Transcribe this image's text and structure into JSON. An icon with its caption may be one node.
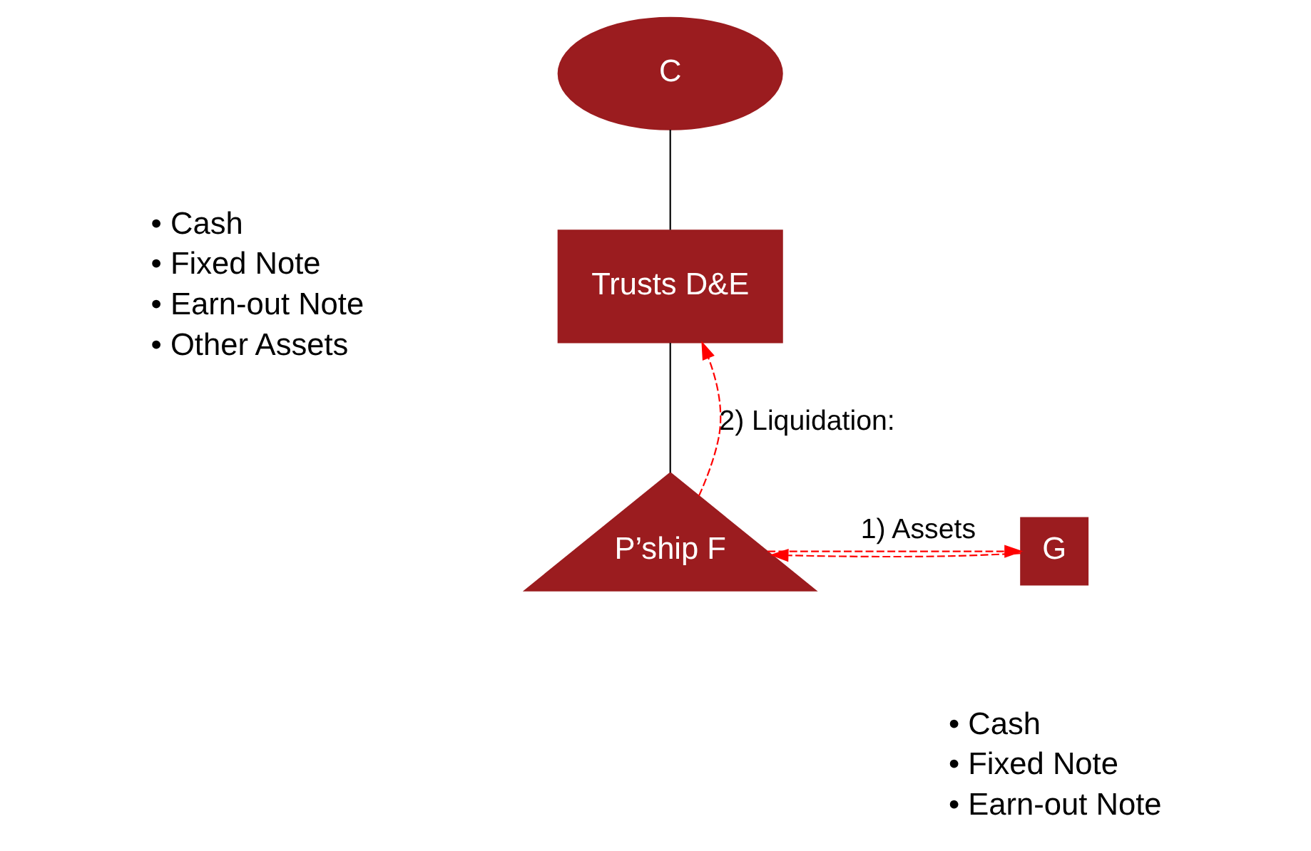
{
  "diagram": {
    "nodes": [
      {
        "text": [
          "C"
        ]
      },
      {
        "text": [
          "Trusts D&E"
        ]
      },
      {
        "text": [
          "P’ship F"
        ]
      },
      {
        "text": [
          "G"
        ]
      }
    ],
    "edges": [
      {
        "from": 0,
        "to": 1,
        "arrow": "none",
        "color": "#000000"
      },
      {
        "from": 1,
        "to": 2,
        "arrow": "none",
        "color": "#000000"
      },
      {
        "from": 2,
        "to": 3,
        "arrow": "to",
        "label": "1) Assets",
        "style": "dashed"
      },
      {
        "from": 3,
        "to": 2,
        "arrow": "to",
        "style": "dashed"
      },
      {
        "from": 2,
        "to": 1,
        "arrow": "to",
        "label": "2) Liquidation:",
        "style": "dashed"
      }
    ],
    "labels": [
      "• Cash",
      "• Fixed Note",
      "• Earn-out Note",
      "• Other Assets",
      "• Cash",
      "• Fixed Note",
      "• Earn-out Note"
    ]
  }
}
